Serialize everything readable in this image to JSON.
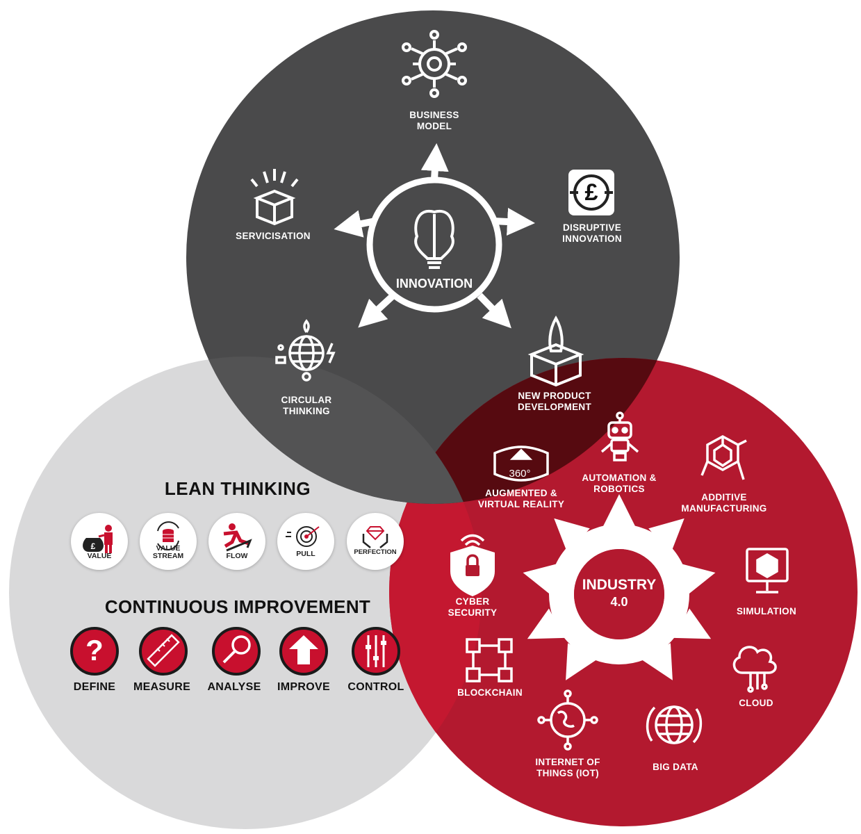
{
  "innovation": {
    "hub": "INNOVATION",
    "items": {
      "business_model": [
        "BUSINESS",
        "MODEL"
      ],
      "servicisation": [
        "SERVICISATION"
      ],
      "disruptive_innovation": [
        "DISRUPTIVE",
        "INNOVATION"
      ],
      "circular_thinking": [
        "CIRCULAR",
        "THINKING"
      ],
      "new_product_development": [
        "NEW PRODUCT",
        "DEVELOPMENT"
      ]
    },
    "pound_symbol": "£"
  },
  "lean": {
    "title": "LEAN THINKING",
    "badges": [
      "VALUE",
      "VALUE STREAM",
      "FLOW",
      "PULL",
      "PERFECTION"
    ]
  },
  "ci": {
    "title": "CONTINUOUS IMPROVEMENT",
    "steps": [
      "DEFINE",
      "MEASURE",
      "ANALYSE",
      "IMPROVE",
      "CONTROL"
    ]
  },
  "industry": {
    "hub_line1": "INDUSTRY",
    "hub_line2": "4.0",
    "items": {
      "ar_vr": [
        "AUGMENTED &",
        "VIRTUAL REALITY"
      ],
      "ar_badge": "360°",
      "automation": [
        "AUTOMATION &",
        "ROBOTICS"
      ],
      "additive": [
        "ADDITIVE",
        "MANUFACTURING"
      ],
      "cyber": [
        "CYBER",
        "SECURITY"
      ],
      "simulation": [
        "SIMULATION"
      ],
      "blockchain": [
        "BLOCKCHAIN"
      ],
      "cloud": [
        "CLOUD"
      ],
      "iot": [
        "INTERNET OF",
        "THINGS (IOT)"
      ],
      "big_data": [
        "BIG DATA"
      ]
    }
  },
  "colors": {
    "innovation": "#4a4a4b",
    "lean": "#d9d9da",
    "industry": "#b3192f",
    "overlap": "#5c0b10",
    "ci_red": "#c8102e"
  }
}
